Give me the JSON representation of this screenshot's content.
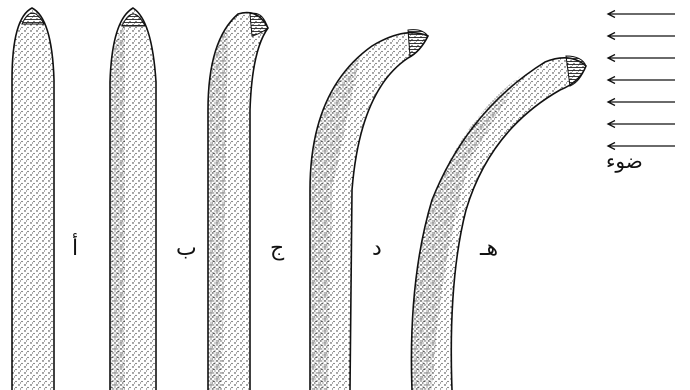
{
  "diagram": {
    "stages": [
      {
        "id": "a",
        "label": "أ"
      },
      {
        "id": "b",
        "label": "ب"
      },
      {
        "id": "c",
        "label": "ج"
      },
      {
        "id": "d",
        "label": "د"
      },
      {
        "id": "e",
        "label": "هـ"
      }
    ],
    "light": {
      "label": "ضوء",
      "arrow_count": 7,
      "direction": "right-to-left"
    },
    "colors": {
      "ink": "#111111",
      "stipple": "#222222",
      "background": "#ffffff"
    }
  }
}
